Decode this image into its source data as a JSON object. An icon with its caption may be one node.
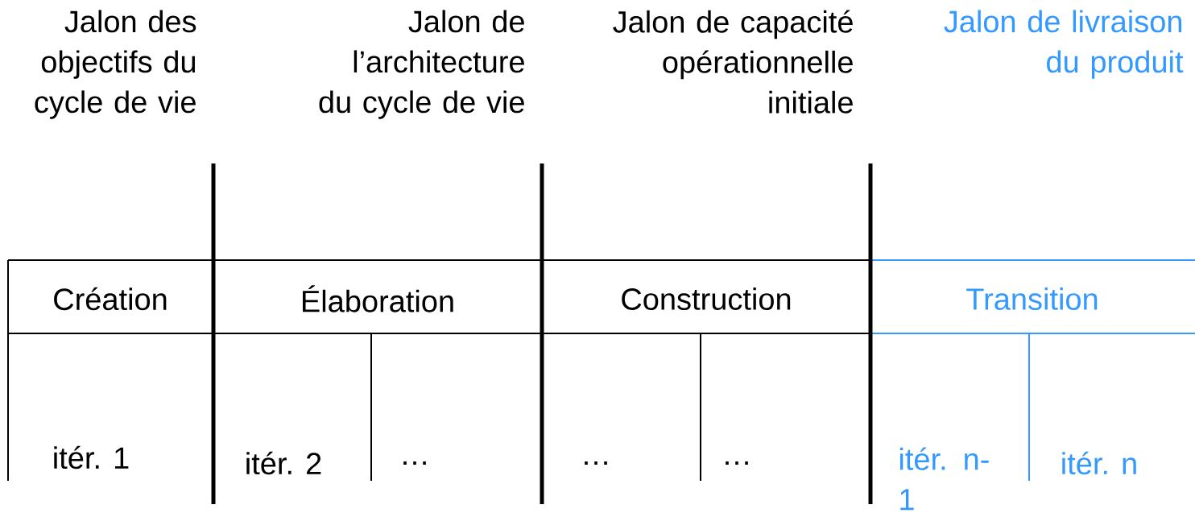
{
  "diagram": {
    "nodes": [
      {
        "text": [
          "Création"
        ]
      },
      {
        "text": [
          "Élaboration"
        ]
      },
      {
        "text": [
          "Construction"
        ]
      },
      {
        "text": [
          "Transition"
        ]
      },
      {
        "text": [
          "itér. 1"
        ]
      },
      {
        "text": [
          "itér. 2"
        ]
      },
      {
        "text": [
          "…"
        ]
      },
      {
        "text": [
          "…"
        ]
      },
      {
        "text": [
          "…"
        ]
      },
      {
        "text": [
          "itér. n-1"
        ]
      },
      {
        "text": [
          "itér. n"
        ]
      }
    ],
    "labels": [
      "Jalon des objectifs du cycle de vie",
      "Jalon de l’architecture du cycle de vie",
      "Jalon de capacité opérationnelle initiale",
      "Jalon de livraison du produit"
    ]
  }
}
